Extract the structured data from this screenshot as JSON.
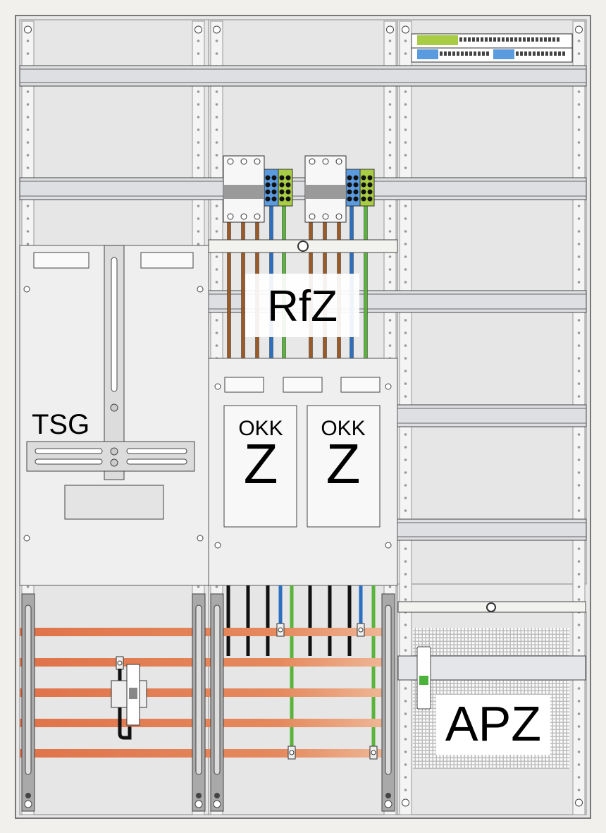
{
  "labels": {
    "tsg": "TSG",
    "rfz": "RfZ",
    "okk_left": "OKK",
    "z_left": "Z",
    "okk_right": "OKK",
    "z_right": "Z",
    "apz": "APZ"
  },
  "colors": {
    "background": "#f1f0ec",
    "panel": "#e6e6e6",
    "cover": "#f0f0f0",
    "rail": "#d6d6d6",
    "busbar": "#e0734a",
    "wire_brown": "#9a5a28",
    "wire_blue": "#2a6fc0",
    "wire_green": "#5ab43c",
    "wire_black": "#111111",
    "terminal_blue": "#5a9be0",
    "terminal_green": "#a8cc44"
  },
  "icons": {
    "screw": "screw-icon",
    "breaker": "circuit-breaker-icon",
    "terminal": "terminal-block-icon"
  }
}
